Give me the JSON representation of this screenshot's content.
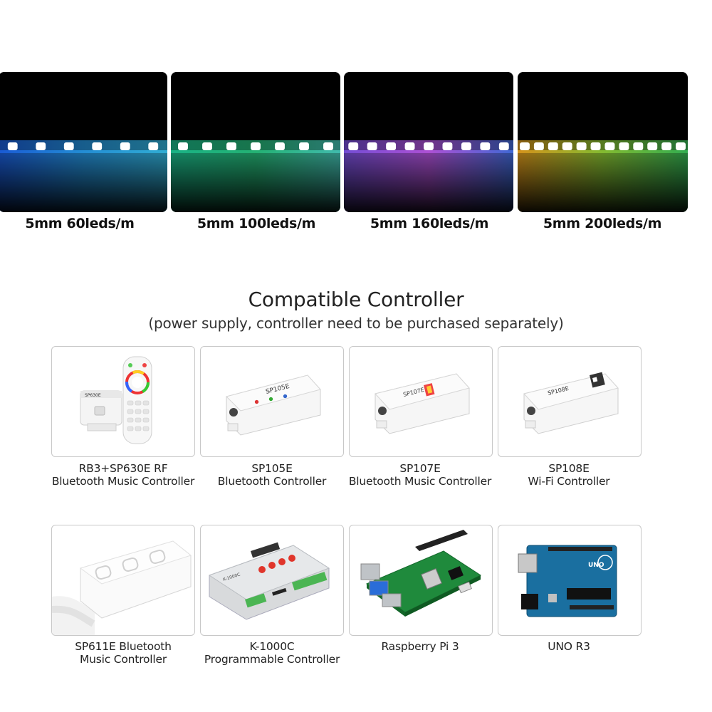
{
  "strips": [
    {
      "label": "5mm 60leds/m",
      "glow": [
        "#1e6cff",
        "#2aa9ff",
        "#3ad0ff"
      ]
    },
    {
      "label": "5mm 100leds/m",
      "glow": [
        "#1fd6a0",
        "#2bd58a",
        "#4ee0d0"
      ]
    },
    {
      "label": "5mm 160leds/m",
      "glow": [
        "#8a5cff",
        "#d060ff",
        "#4c7dff"
      ]
    },
    {
      "label": "5mm 200leds/m",
      "glow": [
        "#ffb020",
        "#9ee03a",
        "#3cd060"
      ]
    }
  ],
  "section": {
    "title": "Compatible Controller",
    "subtitle": "(power supply, controller need to be purchased separately)"
  },
  "products": [
    {
      "line1": "RB3+SP630E RF",
      "line2": "Bluetooth Music Controller",
      "icon": "rf-remote-controller-image",
      "print": "SP630E"
    },
    {
      "line1": "SP105E",
      "line2": "Bluetooth Controller",
      "icon": "controller-box-image",
      "print": "SP105E"
    },
    {
      "line1": "SP107E",
      "line2": "Bluetooth Music Controller",
      "icon": "controller-box-image",
      "print": "SP107E"
    },
    {
      "line1": "SP108E",
      "line2": "Wi-Fi Controller",
      "icon": "controller-box-image",
      "print": "SP108E"
    },
    {
      "line1": "SP611E Bluetooth",
      "line2": "Music Controller",
      "icon": "three-button-controller-image",
      "print": ""
    },
    {
      "line1": "K-1000C",
      "line2": "Programmable Controller",
      "icon": "programmable-controller-image",
      "print": "K-1000C"
    },
    {
      "line1": "Raspberry Pi 3",
      "line2": "",
      "icon": "raspberry-pi-board-image",
      "print": ""
    },
    {
      "line1": "UNO R3",
      "line2": "",
      "icon": "arduino-uno-board-image",
      "print": "UNO"
    }
  ]
}
